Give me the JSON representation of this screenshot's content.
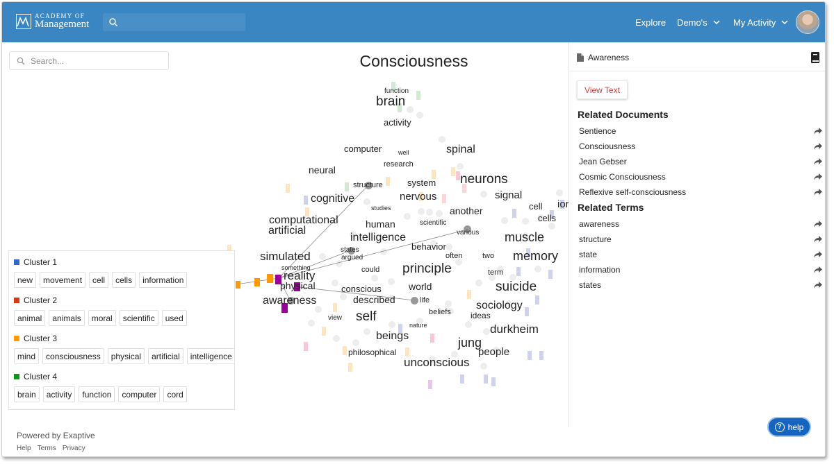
{
  "header": {
    "logo_line1": "ACADEMY OF",
    "logo_line2": "Management",
    "nav": [
      {
        "label": "Explore"
      },
      {
        "label": "Demo's"
      },
      {
        "label": "My Activity"
      }
    ]
  },
  "left_search": {
    "placeholder": "Search..."
  },
  "viz": {
    "title": "Consciousness",
    "words": [
      "function",
      "brain",
      "activity",
      "computer",
      "well",
      "spinal",
      "research",
      "neural",
      "structure",
      "system",
      "neurons",
      "cognitive",
      "nervous",
      "signal",
      "cell",
      "ior",
      "studies",
      "another",
      "cells",
      "computational",
      "human",
      "scientific",
      "artificial",
      "intelligence",
      "various",
      "muscle",
      "states",
      "behavior",
      "simulated",
      "argued",
      "often",
      "two",
      "memory",
      "something",
      "could",
      "principle",
      "reality",
      "term",
      "physical",
      "world",
      "suicide",
      "conscious",
      "awareness",
      "described",
      "life",
      "sociology",
      "beliefs",
      "ideas",
      "view",
      "self",
      "nature",
      "durkheim",
      "beings",
      "jung",
      "philosophical",
      "people",
      "unconscious"
    ]
  },
  "clusters": [
    {
      "name": "Cluster 1",
      "color": "#3366cc",
      "terms": [
        "new",
        "movement",
        "cell",
        "cells",
        "information"
      ]
    },
    {
      "name": "Cluster 2",
      "color": "#dc3912",
      "terms": [
        "animal",
        "animals",
        "moral",
        "scientific",
        "used"
      ]
    },
    {
      "name": "Cluster 3",
      "color": "#ff9900",
      "terms": [
        "mind",
        "consciousness",
        "physical",
        "artificial",
        "intelligence"
      ]
    },
    {
      "name": "Cluster 4",
      "color": "#109618",
      "terms": [
        "brain",
        "activity",
        "function",
        "computer",
        "cord"
      ]
    }
  ],
  "footer": {
    "powered": "Powered by Exaptive",
    "links": [
      "Help",
      "Terms",
      "Privacy"
    ]
  },
  "sidebar": {
    "selected": "Awareness",
    "view_text": "View Text",
    "related_documents_title": "Related Documents",
    "related_documents": [
      "Sentience",
      "Consciousness",
      "Jean Gebser",
      "Cosmic Consciousness",
      "Reflexive self-consciousness"
    ],
    "related_terms_title": "Related Terms",
    "related_terms": [
      "awareness",
      "structure",
      "state",
      "information",
      "states"
    ]
  },
  "help": {
    "label": "help"
  }
}
